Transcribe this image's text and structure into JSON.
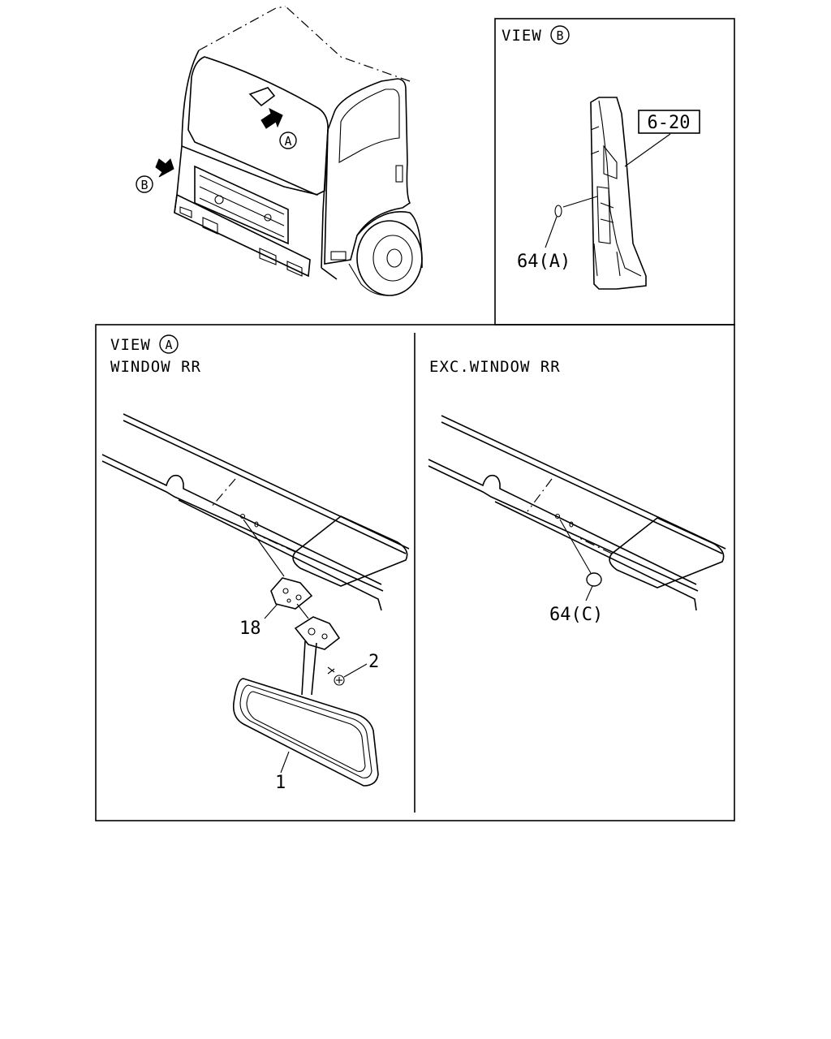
{
  "view_b_panel": {
    "title": "VIEW",
    "title_letter": "B",
    "part_ref": "6-20",
    "callout": "64(A)"
  },
  "view_a_panel": {
    "title": "VIEW",
    "title_letter": "A",
    "subtitle": "WINDOW RR",
    "callouts": {
      "part_18": "18",
      "part_2": "2",
      "part_1": "1"
    }
  },
  "exc_panel": {
    "title": "EXC.WINDOW RR",
    "callout": "64(C)"
  },
  "truck": {
    "arrow_a_letter": "A",
    "arrow_b_letter": "B"
  }
}
